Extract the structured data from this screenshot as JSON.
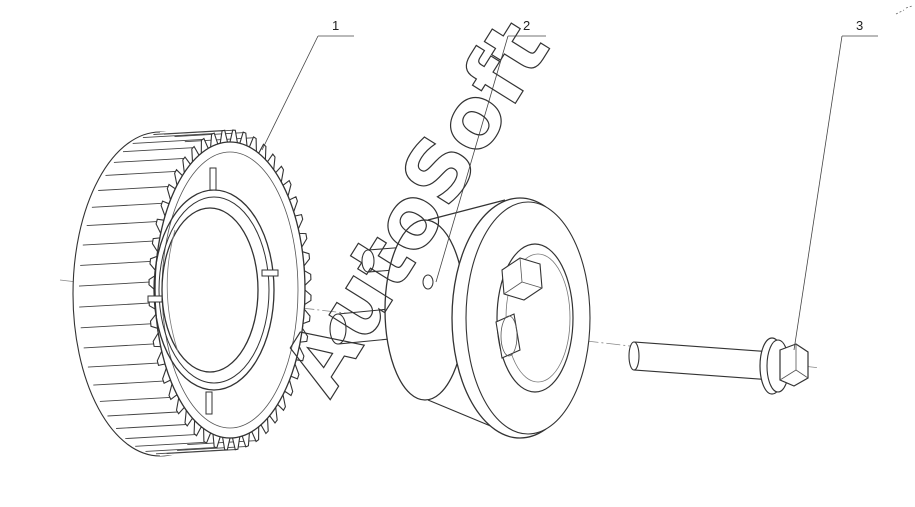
{
  "callouts": [
    {
      "id": "1",
      "label": "1"
    },
    {
      "id": "2",
      "label": "2"
    },
    {
      "id": "3",
      "label": "3"
    }
  ],
  "watermark": {
    "text": "AutoSoft"
  },
  "colors": {
    "line": "#333333",
    "thin": "#777777",
    "background": "#ffffff"
  },
  "parts": {
    "gear_teeth": 48
  }
}
